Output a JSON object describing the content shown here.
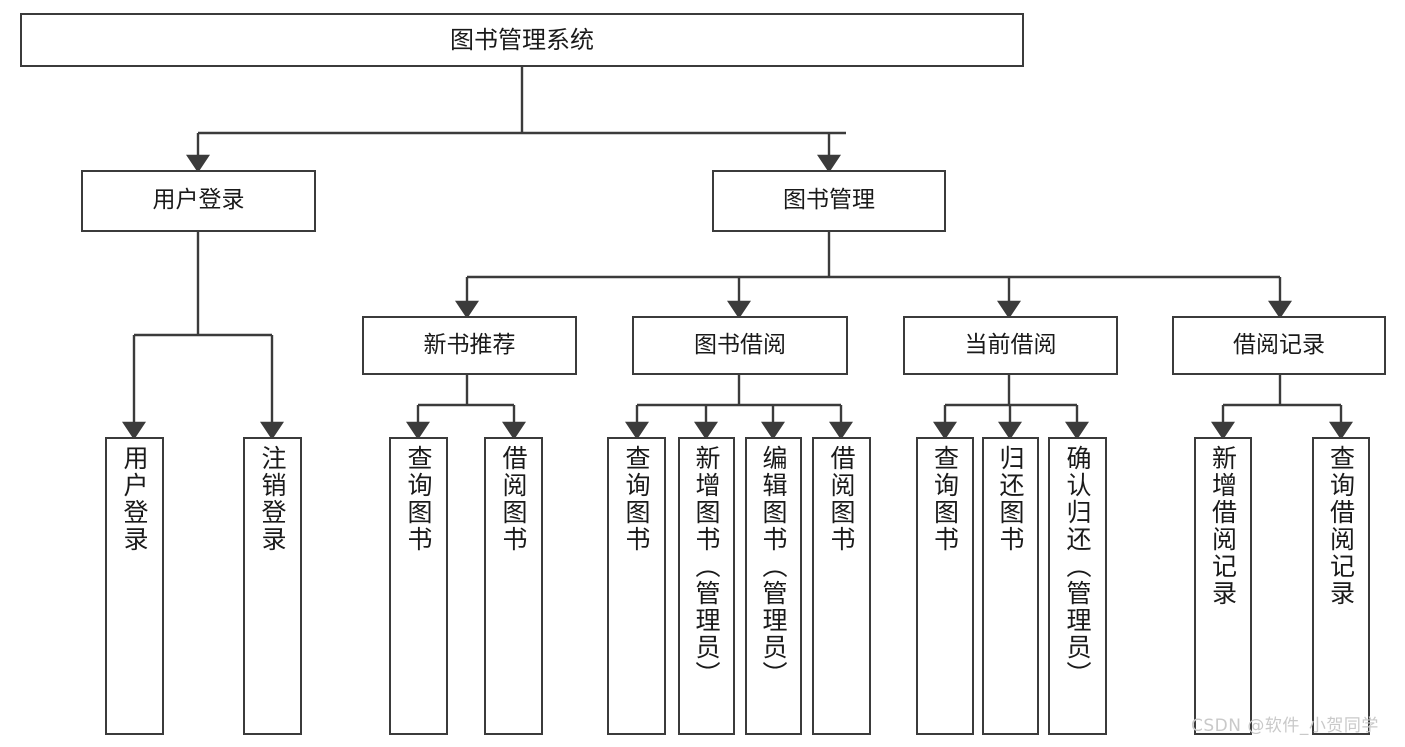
{
  "diagram": {
    "type": "tree-hierarchy-chart",
    "title": "图书管理系统",
    "edge_color": "#3b3b3b",
    "box_fill": "#ffffff",
    "text_color": "#1a1a1a",
    "root": {
      "id": "root",
      "label": "图书管理系统"
    },
    "level2": [
      {
        "id": "user-login",
        "label": "用户登录"
      },
      {
        "id": "book-manage",
        "label": "图书管理"
      }
    ],
    "level3": [
      {
        "id": "new-book-rec",
        "label": "新书推荐"
      },
      {
        "id": "book-borrow",
        "label": "图书借阅"
      },
      {
        "id": "current-borrow",
        "label": "当前借阅"
      },
      {
        "id": "borrow-record",
        "label": "借阅记录"
      }
    ],
    "leaves": [
      {
        "id": "leaf-user-login",
        "label": "用户登录",
        "parent": "user-login"
      },
      {
        "id": "leaf-logout-login",
        "label": "注销登录",
        "parent": "user-login"
      },
      {
        "id": "leaf-query-book-1",
        "label": "查询图书",
        "parent": "new-book-rec"
      },
      {
        "id": "leaf-borrow-book-1",
        "label": "借阅图书",
        "parent": "new-book-rec"
      },
      {
        "id": "leaf-query-book-2",
        "label": "查询图书",
        "parent": "book-borrow"
      },
      {
        "id": "leaf-add-book",
        "label": "新增图书（管理员）",
        "parent": "book-borrow"
      },
      {
        "id": "leaf-edit-book",
        "label": "编辑图书（管理员）",
        "parent": "book-borrow"
      },
      {
        "id": "leaf-borrow-book-2",
        "label": "借阅图书",
        "parent": "book-borrow"
      },
      {
        "id": "leaf-query-book-3",
        "label": "查询图书",
        "parent": "current-borrow"
      },
      {
        "id": "leaf-return-book",
        "label": "归还图书",
        "parent": "current-borrow"
      },
      {
        "id": "leaf-confirm-return",
        "label": "确认归还（管理员）",
        "parent": "current-borrow"
      },
      {
        "id": "leaf-add-record",
        "label": "新增借阅记录",
        "parent": "borrow-record"
      },
      {
        "id": "leaf-query-record",
        "label": "查询借阅记录",
        "parent": "borrow-record"
      }
    ]
  },
  "watermark": {
    "text": "CSDN @软件_小贺同学"
  }
}
